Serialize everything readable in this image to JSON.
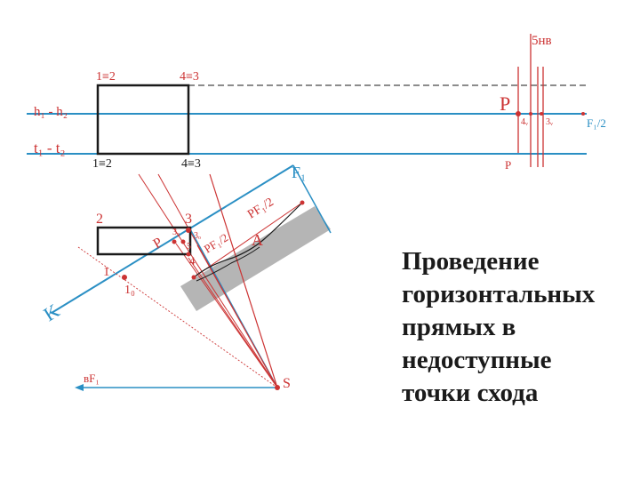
{
  "caption": [
    "Проведение",
    "горизонтальных",
    "прямых в",
    "недоступные",
    "точки схода"
  ],
  "labels": {
    "five_hv": "5нв",
    "top_1_2": "1≡2",
    "top_4_3": "4≡3",
    "h1_h2": "h₁ - h₂",
    "t1_t2": "t₁ - t₂",
    "p_big": "P",
    "p_small": "P",
    "four_v": "4ᵥ",
    "three_v": "3ᵥ",
    "f1_half_right": "F₁/2",
    "mid_1_2": "1≡2",
    "mid_4_3": "4≡3",
    "f1": "F₁",
    "pf1_half_upper": "PF₁/2",
    "pf1_half_lower": "PF₁/2",
    "a": "A",
    "k": "K",
    "two": "2",
    "three": "3",
    "four": "4",
    "five": "5",
    "one": "1",
    "one_zero": "1₀",
    "p_left": "P",
    "three_zero": "3₀",
    "three_zero_b": "3ₒ",
    "s": "S",
    "vf1": "вF₁"
  },
  "colors": {
    "blue": "#2a8fc4",
    "red": "#cc3333",
    "dark": "#1a1a1a",
    "gray": "#b5b5b5"
  }
}
